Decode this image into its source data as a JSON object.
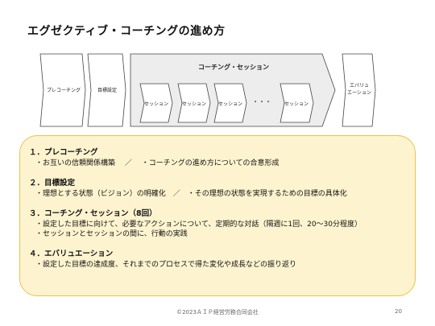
{
  "title": "エグゼクティブ・コーチングの進め方",
  "flow": {
    "pre": "プレコーチング",
    "goal": "目標設定",
    "coaching_label": "コーチング・セッション",
    "session": "セッション",
    "dots": "・・・",
    "eval_line1": "エバリュ",
    "eval_line2": "エーション"
  },
  "sections": [
    {
      "title": "１．プレコーチング",
      "lines": [
        "・お互いの信頼関係構築　 ／　 ・コーチングの進め方についての合意形成"
      ]
    },
    {
      "title": "２．目標設定",
      "lines": [
        "・理想とする状態（ビジョン）の明確化　／　・その理想の状態を実現するための目標の具体化"
      ]
    },
    {
      "title": "３．コーチング・セッション（8回）",
      "lines": [
        "・設定した目標に向けて、必要なアクションについて、定期的な対話（隔週に1回、20〜30分程度）",
        "・セッションとセッションの間に、行動の実践"
      ]
    },
    {
      "title": "４．エバリュエーション",
      "lines": [
        "・設定した目標の達成度、それまでのプロセスで得た変化や成長などの振り返り"
      ]
    }
  ],
  "footer": "©2023ＡＩＰ経営労務合同会社",
  "page_number": "20"
}
